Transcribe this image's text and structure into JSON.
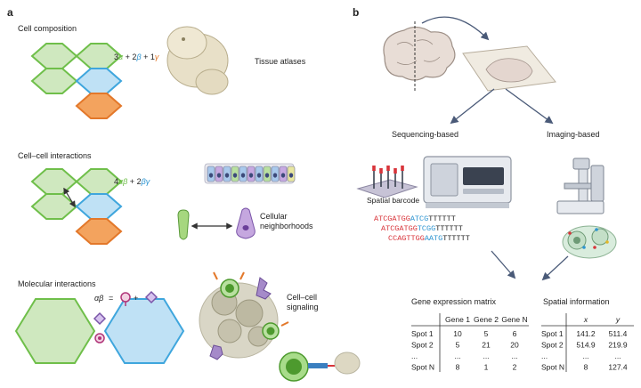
{
  "panel_a": {
    "label": "a",
    "cell_composition": {
      "heading": "Cell composition",
      "formula": {
        "c1": "3",
        "g1": "α",
        "p1": " + ",
        "c2": "2",
        "g2": "β",
        "p2": " + ",
        "c3": "1",
        "g3": "γ"
      },
      "caption": "Tissue atlases"
    },
    "cell_cell": {
      "heading": "Cell–cell interactions",
      "formula": {
        "c1": "4",
        "g1": "αβ",
        "p1": " + ",
        "c2": "2",
        "g2": "βγ"
      },
      "caption_line1": "Cellular",
      "caption_line2": "neighborhoods"
    },
    "molecular": {
      "heading": "Molecular interactions",
      "formula_lhs": "αβ",
      "formula_eq": "=",
      "formula_plus": "+",
      "caption_line1": "Cell–cell",
      "caption_line2": "signaling"
    }
  },
  "panel_b": {
    "label": "b",
    "branch_left": "Sequencing-based",
    "branch_right": "Imaging-based",
    "barcode_label": "Spatial barcode",
    "sequences": [
      {
        "red": "ATCGATGG",
        "blue": "ATCG",
        "black": "TTTTTT"
      },
      {
        "red": "ATCGATGG",
        "blue": "TCGG",
        "black": "TTTTTT"
      },
      {
        "red": "CCAGTTGG",
        "blue": "AATG",
        "black": "TTTTTT"
      }
    ],
    "gene_matrix": {
      "title": "Gene expression matrix",
      "columns": [
        "Gene 1",
        "Gene 2",
        "Gene N"
      ],
      "rows": [
        {
          "label": "Spot 1",
          "values": [
            "10",
            "5",
            "6"
          ]
        },
        {
          "label": "Spot 2",
          "values": [
            "5",
            "21",
            "20"
          ]
        },
        {
          "label": "...",
          "values": [
            "...",
            "...",
            "..."
          ]
        },
        {
          "label": "Spot N",
          "values": [
            "8",
            "1",
            "2"
          ]
        }
      ]
    },
    "spatial_info": {
      "title": "Spatial information",
      "columns": [
        "x",
        "y"
      ],
      "rows": [
        {
          "label": "Spot 1",
          "values": [
            "141.2",
            "511.4"
          ]
        },
        {
          "label": "Spot 2",
          "values": [
            "514.9",
            "219.9"
          ]
        },
        {
          "label": "...",
          "values": [
            "...",
            "..."
          ]
        },
        {
          "label": "Spot N",
          "values": [
            "8",
            "127.4"
          ]
        }
      ]
    }
  },
  "colors": {
    "green": "#6fbf4a",
    "green_fill": "#cfe8bf",
    "blue": "#3fa6dd",
    "blue_fill": "#bfe1f5",
    "orange": "#e3782a",
    "orange_fill": "#f3a35e",
    "alpha": "#6fbf4a",
    "beta": "#2e95d1",
    "gamma": "#e3782a",
    "seq_red": "#d8343a",
    "seq_blue": "#2e95d1",
    "arrow": "#4a5a78"
  }
}
